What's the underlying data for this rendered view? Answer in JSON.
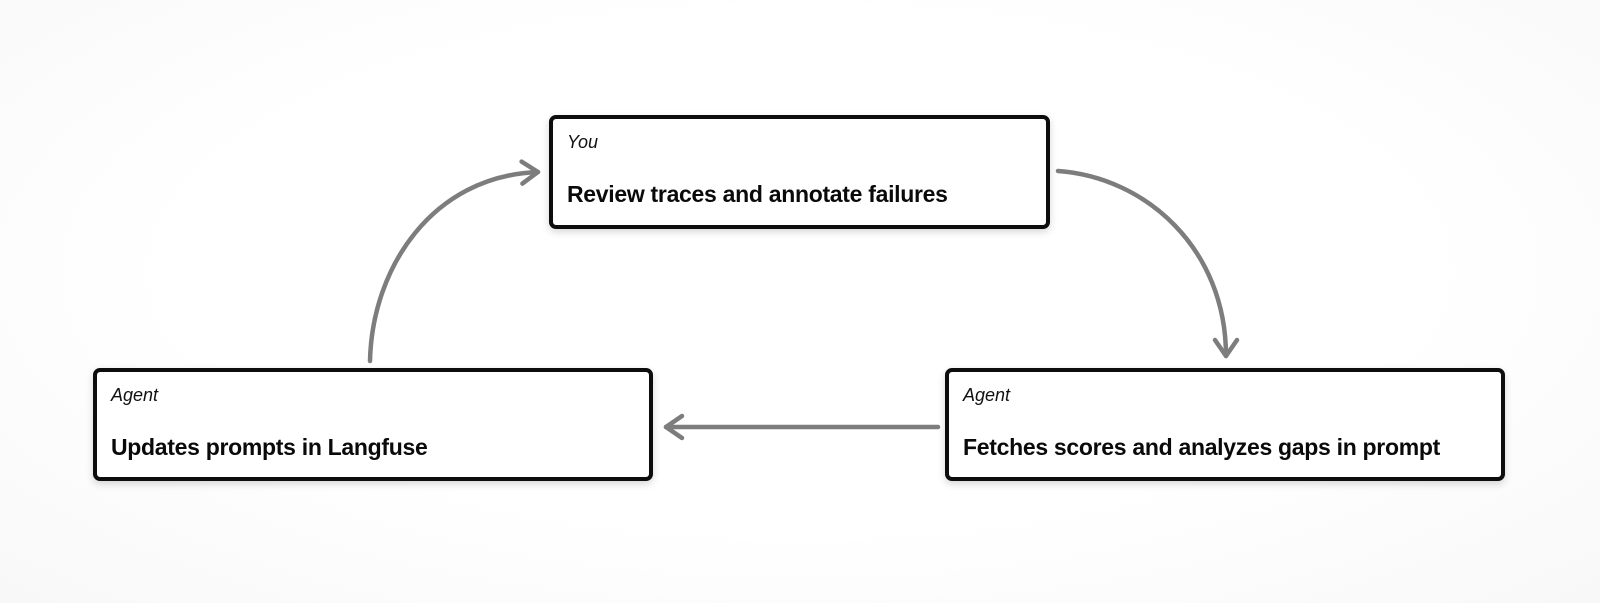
{
  "diagram": {
    "background_color": "#fbfbfb",
    "box_border_color": "#0d0d0d",
    "box_fill_color": "#ffffff",
    "arrow_color": "#7d7d7d",
    "nodes": [
      {
        "id": "you-review",
        "role": "You",
        "title": "Review traces and annotate failures"
      },
      {
        "id": "agent-update",
        "role": "Agent",
        "title": "Updates prompts in Langfuse"
      },
      {
        "id": "agent-fetch",
        "role": "Agent",
        "title": "Fetches scores and analyzes gaps in prompt"
      }
    ],
    "edges": [
      {
        "from": "agent-update",
        "to": "you-review"
      },
      {
        "from": "you-review",
        "to": "agent-fetch"
      },
      {
        "from": "agent-fetch",
        "to": "agent-update"
      }
    ]
  }
}
